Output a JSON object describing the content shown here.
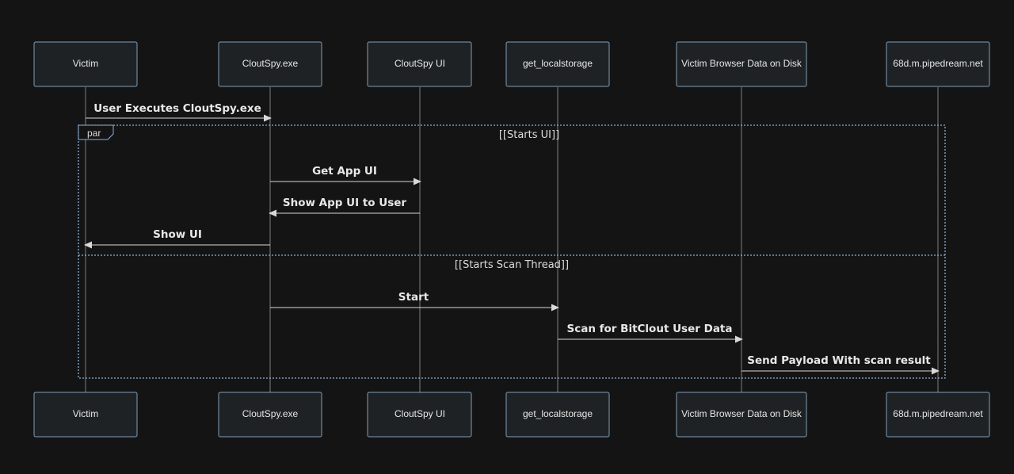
{
  "actors": [
    {
      "id": "victim",
      "label": "Victim"
    },
    {
      "id": "cloutspy-exe",
      "label": "CloutSpy.exe"
    },
    {
      "id": "cloutspy-ui",
      "label": "CloutSpy UI"
    },
    {
      "id": "get-localstorage",
      "label": "get_localstorage"
    },
    {
      "id": "browser-data",
      "label": "Victim Browser Data on Disk"
    },
    {
      "id": "pipedream",
      "label": "68d.m.pipedream.net"
    }
  ],
  "par_frame": {
    "tag": "par",
    "sections": [
      "[[Starts UI]]",
      "[[Starts Scan Thread]]"
    ]
  },
  "messages": [
    {
      "from": "victim",
      "to": "cloutspy-exe",
      "label": "User Executes CloutSpy.exe"
    },
    {
      "from": "cloutspy-exe",
      "to": "cloutspy-ui",
      "label": "Get App UI"
    },
    {
      "from": "cloutspy-ui",
      "to": "cloutspy-exe",
      "label": "Show App UI to User"
    },
    {
      "from": "cloutspy-exe",
      "to": "victim",
      "label": "Show UI"
    },
    {
      "from": "cloutspy-exe",
      "to": "get-localstorage",
      "label": "Start"
    },
    {
      "from": "get-localstorage",
      "to": "browser-data",
      "label": "Scan for BitClout User Data"
    },
    {
      "from": "browser-data",
      "to": "pipedream",
      "label": "Send Payload With scan result"
    }
  ]
}
